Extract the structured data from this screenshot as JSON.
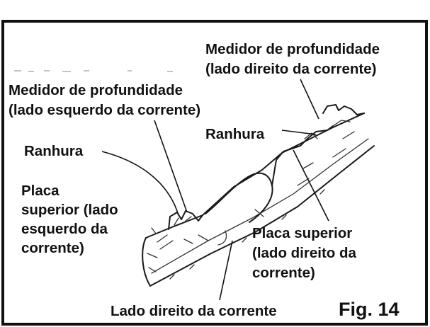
{
  "labels": {
    "right_depth_gauge_line1": "Medidor de profundidade",
    "right_depth_gauge_line2": "(lado direito da corrente)",
    "left_depth_gauge_line1": "Medidor de profundidade",
    "left_depth_gauge_line2": "(lado esquerdo da corrente)",
    "groove_right": "Ranhura",
    "groove_left": "Ranhura",
    "left_top_plate_line1": "Placa",
    "left_top_plate_line2": "superior (lado",
    "left_top_plate_line3": "esquerdo da",
    "left_top_plate_line4": "corrente)",
    "right_top_plate_line1": "Placa superior",
    "right_top_plate_line2": "(lado direito da",
    "right_top_plate_line3": "corrente)",
    "right_side_chain": "Lado direito da corrente",
    "figure_number": "Fig. 14"
  }
}
